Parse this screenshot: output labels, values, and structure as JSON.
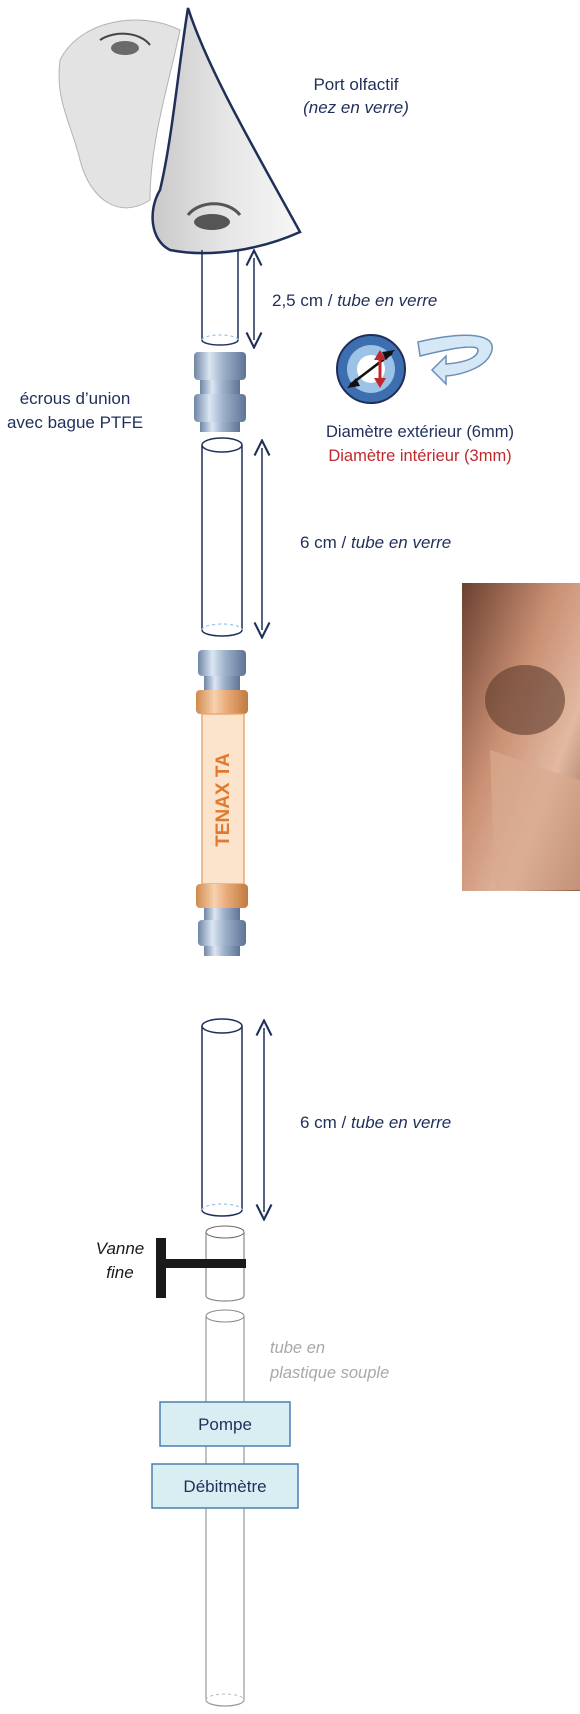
{
  "labels": {
    "port_title": "Port olfactif",
    "port_sub": "(nez en verre)",
    "tube1_len": "2,5 cm / ",
    "tube1_type": "tube en verre",
    "union_line1": "écrous d’union",
    "union_line2": "avec bague PTFE",
    "diam_ext": "Diamètre extérieur (6mm)",
    "diam_int": "Diamètre intérieur (3mm)",
    "tube2_len": "6 cm / ",
    "tube2_type": "tube en verre",
    "tenax": "TENAX TA",
    "tube3_len": "6 cm / ",
    "tube3_type": "tube en verre",
    "valve_line1": "Vanne",
    "valve_line2": "fine",
    "plastic_line1": "tube en",
    "plastic_line2": "plastique souple",
    "pump": "Pompe",
    "flowmeter": "Débitmètre"
  },
  "colors": {
    "navy": "#1f2f5a",
    "red": "#c0282d",
    "metal": "#9fb3cc",
    "tenax_fill": "#fbe3cc",
    "tenax_text": "#e07a2e",
    "box_fill": "#d9eef3",
    "grey_text": "#a8a8a8",
    "ring_outer": "#3d6fb0",
    "ring_inner": "#9cc2e6"
  },
  "icons": {
    "nose": "nose-sketch-icon",
    "rotate_arrow": "curved-rotate-arrow-icon",
    "cross_section": "tube-cross-section-icon"
  }
}
